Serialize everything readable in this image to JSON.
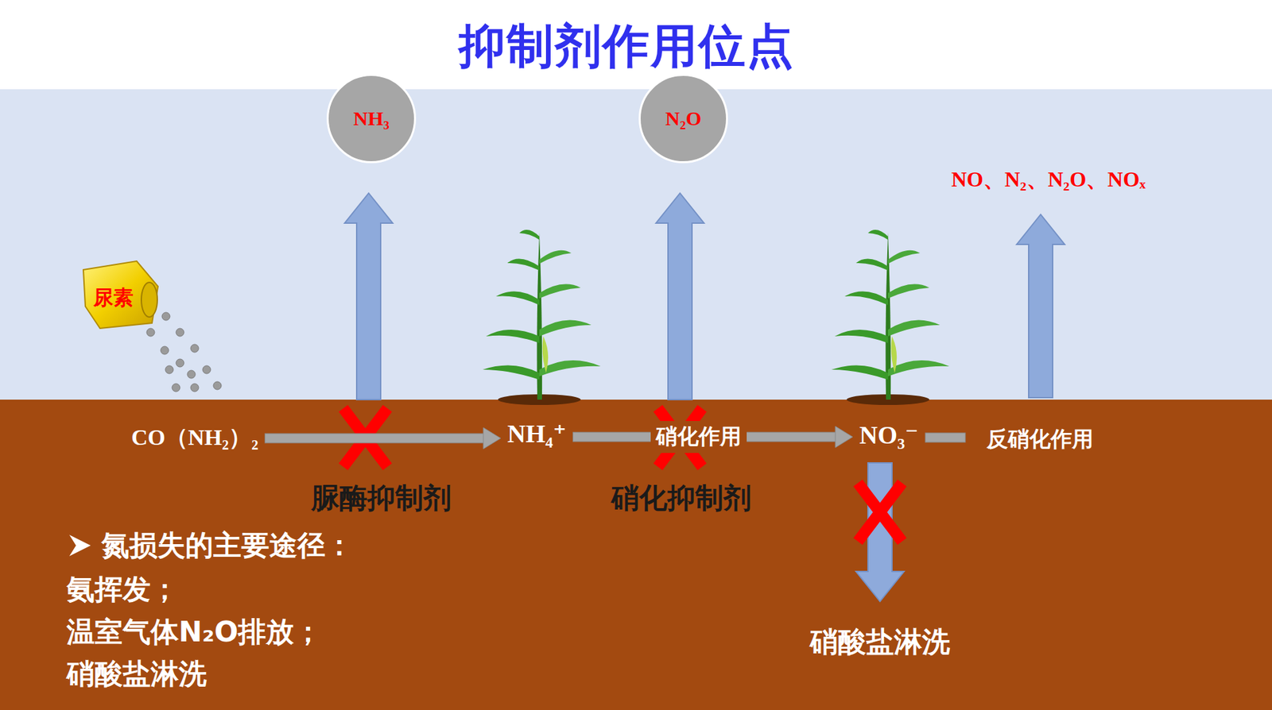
{
  "diagram": {
    "title": "抑制剂作用位点",
    "nodes": [
      {
        "text": [
          "NH₃"
        ]
      },
      {
        "text": [
          "N₂O"
        ]
      },
      {
        "text": [
          "NO、N₂、N₂O、NOₓ"
        ]
      },
      {
        "text": [
          "CO（NH₂）₂"
        ]
      },
      {
        "text": [
          "NH₄⁺"
        ]
      },
      {
        "text": [
          "NO₃⁻"
        ]
      }
    ],
    "edges": [
      {
        "from": 3,
        "to": 4,
        "arrow": "to"
      },
      {
        "from": 4,
        "to": 5,
        "label": "硝化作用",
        "arrow": "to"
      }
    ],
    "labels": [
      "尿素",
      "反硝化作用",
      "脲酶抑制剂",
      "硝化抑制剂",
      "硝酸盐淋洗",
      "氮损失的主要途径：",
      "氨挥发；",
      "温室气体N₂O排放；",
      "硝酸盐淋洗"
    ]
  }
}
